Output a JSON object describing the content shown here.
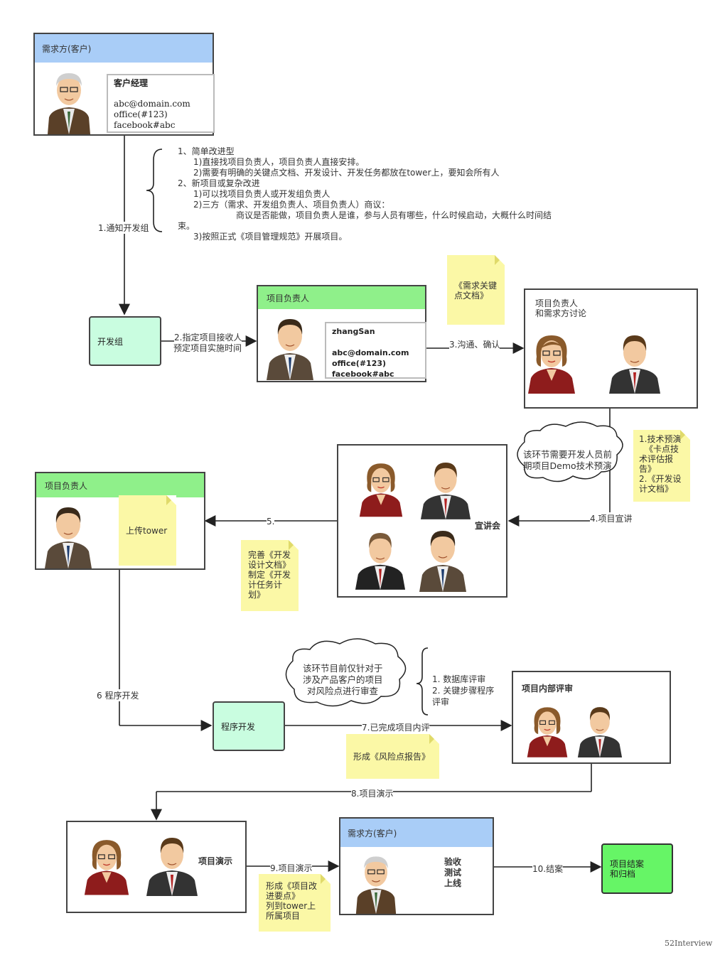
{
  "client_box": {
    "header": "需求方(客户)",
    "card_title": "客户经理",
    "card_lines": [
      "abc@domain.com",
      "office(#123)",
      "facebook#abc"
    ]
  },
  "brace_notes": {
    "lines": [
      "1、简单改进型",
      "1)直接找项目负责人，项目负责人直接安排。",
      "2)需要有明确的关键点文档、开发设计、开发任务都放在tower上，要知会所有人",
      "2、新项目或复杂改进",
      "1)可以找项目负责人或开发组负责人",
      "2)三方（需求、开发组负责人、项目负责人）商议：",
      "商议是否能做，项目负责人是谁，参与人员有哪些，什么时候启动，大概什么时间结",
      "束。",
      "3)按照正式《项目管理规范》开展项目。"
    ]
  },
  "step1_label": "1.通知开发组",
  "dev_group": "开发组",
  "step2_label": [
    "2.指定项目接收人",
    "预定项目实施时间"
  ],
  "pm_box": {
    "header": "项目负责人",
    "card_lines": [
      "zhangSan",
      "",
      "abc@domain.com",
      "office(#123)",
      "facebook#abc"
    ]
  },
  "note_req_doc": [
    "《需求关键",
    "点文档》"
  ],
  "step3_label": "3.沟通、确认",
  "discuss_box": [
    "项目负责人",
    "和需求方讨论"
  ],
  "cloud1": [
    "该环节需要开发人员前",
    "期项目Demo技术预演"
  ],
  "note_tech": [
    "1.技术预演",
    "《卡点技",
    "术评估报",
    "告》",
    "2.《开发设",
    "计文档》"
  ],
  "step4_label": "4.项目宣讲",
  "briefing_label": "宣讲会",
  "step5_label": "5.",
  "pm_box2": {
    "header": "项目负责人"
  },
  "note_upload": "上传tower",
  "note_design": [
    "完善《开发",
    "设计文档》",
    "制定《开发",
    "计任务计",
    "划》"
  ],
  "step6_label": "6 程序开发",
  "program_dev": "程序开发",
  "cloud2": [
    "该环节目前仅针对于",
    "涉及产品客户的项目",
    "对风险点进行审查"
  ],
  "review_notes": [
    "1. 数据库评审",
    "2. 关键步骤程序",
    "评审"
  ],
  "step7_label": "7.已完成项目内评",
  "note_risk": "形成《风险点报告》",
  "internal_review": "项目内部评审",
  "step8_label": "8.项目演示",
  "demo_label": "项目演示",
  "step9_label": "9.项目演示",
  "note_improve": [
    "形成《项目改",
    "进要点》",
    "列到tower上",
    "所属项目"
  ],
  "client_box2": {
    "header": "需求方(客户)",
    "lines": [
      "验收",
      "测试",
      "上线"
    ]
  },
  "step10_label": "10.结案",
  "close_box": [
    "项目结案",
    "和归档"
  ],
  "watermark": "52Interview",
  "colors": {
    "blue_header": "#a9cdf7",
    "green_header": "#8ff08a",
    "note": "#fbf8a6",
    "process": "#c9fde0",
    "close": "#66f566"
  }
}
